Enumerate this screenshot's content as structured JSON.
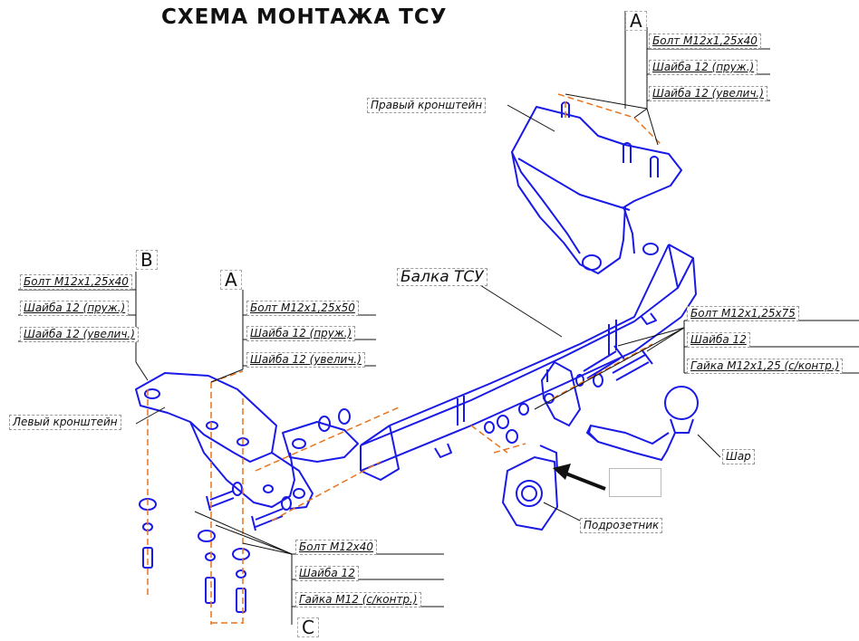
{
  "title": "СХЕМА МОНТАЖА ТСУ",
  "section_letters": {
    "a_top": "A",
    "a_left": "A",
    "b": "B",
    "c": "C"
  },
  "parts": {
    "right_bracket": "Правый кронштейн",
    "left_bracket": "Левый кронштейн",
    "beam": "Балка ТСУ",
    "ball": "Шар",
    "socket_plate": "Подрозетник"
  },
  "fasteners": {
    "a_top": [
      "Болт М12x1,25x40",
      "Шайба 12 (пруж.)",
      "Шайба 12 (увелич.)"
    ],
    "b": [
      "Болт М12x1,25x40",
      "Шайба 12 (пруж.)",
      "Шайба 12 (увелич.)"
    ],
    "a_left": [
      "Болт М12x1,25x50",
      "Шайба 12 (пруж.)",
      "Шайба 12 (увелич.)"
    ],
    "right_group": [
      "Болт М12x1,25x75",
      "Шайба 12",
      "Гайка М12x1,25 (с/контр.)"
    ],
    "c": [
      "Болт М12x40",
      "Шайба 12",
      "Гайка М12 (с/контр.)"
    ]
  },
  "colors": {
    "part_line": "#1a1ae6",
    "axis_line": "#e8741e",
    "leader": "#111111"
  }
}
